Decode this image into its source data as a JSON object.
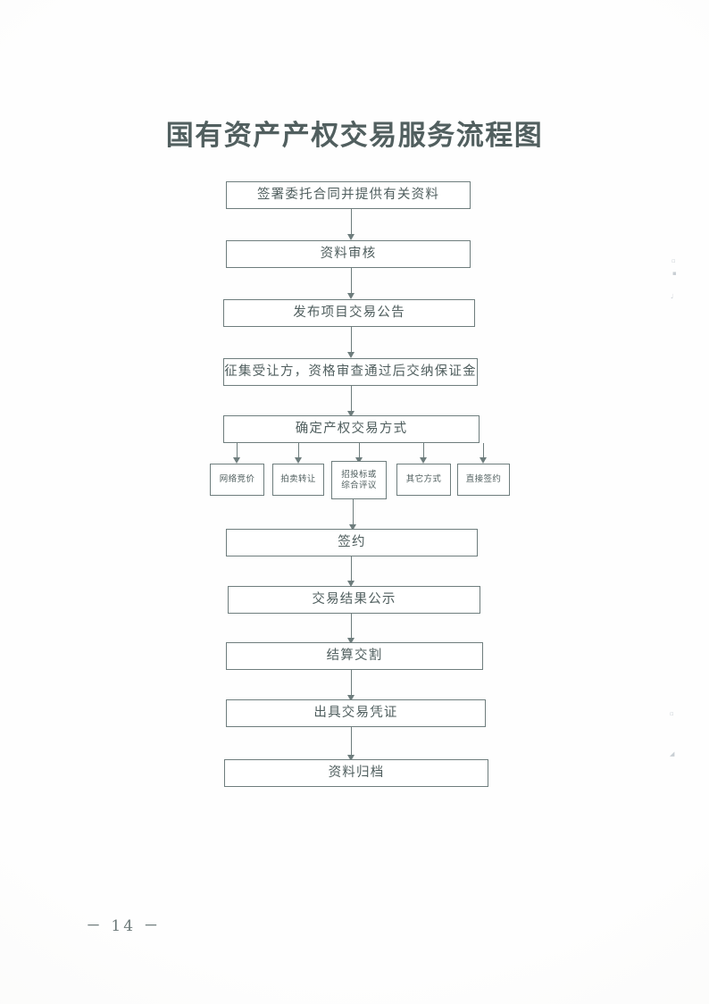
{
  "document": {
    "title": "国有资产产权交易服务流程图",
    "page_number": "－ 14 －",
    "ink_color": "#5a6a6a",
    "paper_color": "#ffffff"
  },
  "flowchart": {
    "type": "flowchart",
    "orientation": "top-to-bottom",
    "main_steps": [
      {
        "id": "step-1",
        "label": "签署委托合同并提供有关资料"
      },
      {
        "id": "step-2",
        "label": "资料审核"
      },
      {
        "id": "step-3",
        "label": "发布项目交易公告"
      },
      {
        "id": "step-4",
        "label": "征集受让方，资格审查通过后交纳保证金"
      },
      {
        "id": "step-5",
        "label": "确定产权交易方式"
      },
      {
        "id": "step-6",
        "label": "签约"
      },
      {
        "id": "step-7",
        "label": "交易结果公示"
      },
      {
        "id": "step-8",
        "label": "结算交割"
      },
      {
        "id": "step-9",
        "label": "出具交易凭证"
      },
      {
        "id": "step-10",
        "label": "资料归档"
      }
    ],
    "branches": [
      {
        "id": "branch-1",
        "line1": "网络竞价",
        "line2": ""
      },
      {
        "id": "branch-2",
        "line1": "拍卖转让",
        "line2": ""
      },
      {
        "id": "branch-3",
        "line1": "招投标或",
        "line2": "综合评议"
      },
      {
        "id": "branch-4",
        "line1": "其它方式",
        "line2": ""
      },
      {
        "id": "branch-5",
        "line1": "直接签约",
        "line2": ""
      }
    ],
    "branch_parent": "确定产权交易方式",
    "branch_rejoin": "签约",
    "rejoin_from_branch": "招投标或综合评议"
  },
  "scan_marks": [
    {
      "glyph": "▫"
    },
    {
      "glyph": "▪"
    },
    {
      "glyph": "♩"
    },
    {
      "glyph": "▫"
    },
    {
      "glyph": "◢"
    }
  ]
}
